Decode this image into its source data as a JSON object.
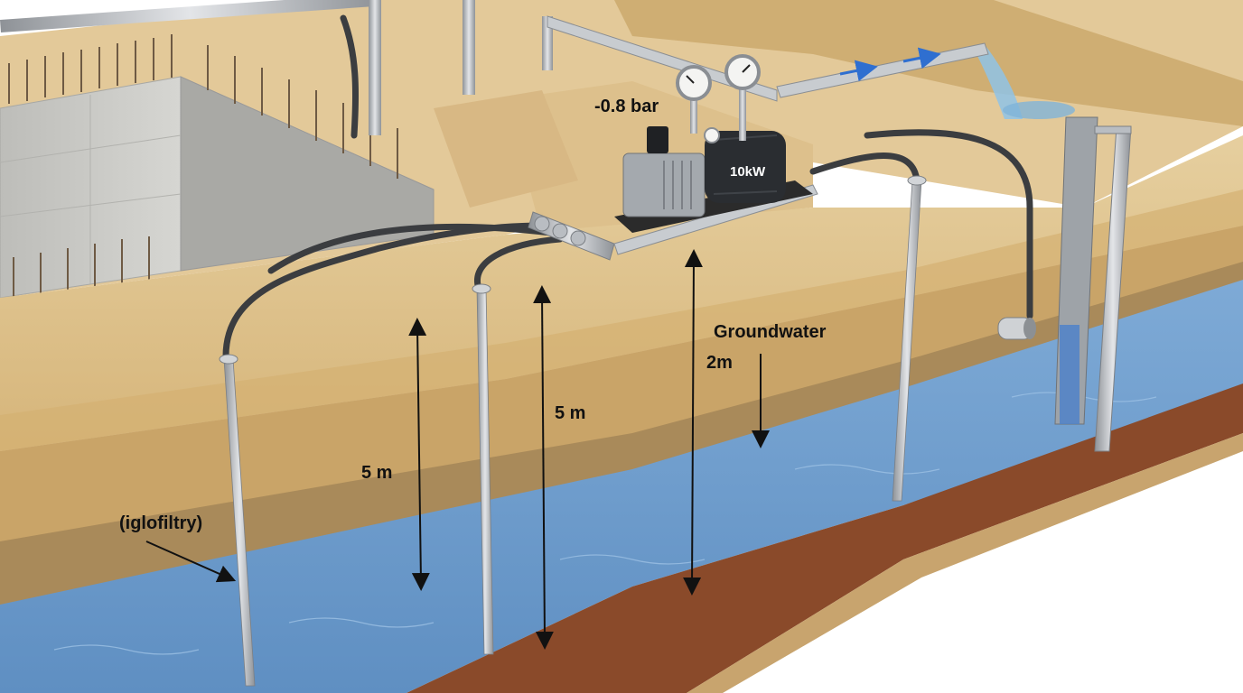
{
  "labels": {
    "vacuum_pressure": "-0.8 bar",
    "motor_power": "10kW",
    "groundwater": "Groundwater",
    "groundwater_depth": "2m",
    "depth_left": "5 m",
    "depth_center": "5 m",
    "wellpoint_name": "(iglofiltry)"
  },
  "colors": {
    "sand_top": "#e2c795",
    "sand_face": "#dcbd82",
    "clay_layer": "#a98a5a",
    "water_layer": "#6f9fcf",
    "red_clay": "#8a4a2a",
    "concrete": "#c9c9c6",
    "steel": "#b8bcc0",
    "hose": "#3b3d40",
    "pump_body": "#9aa0a6",
    "motor": "#2a2d31"
  },
  "icons": {
    "vacuum_gauge": "pressure-gauge-icon",
    "outlet_gauge": "pressure-gauge-icon",
    "flow_arrow": "flow-arrow-icon"
  }
}
